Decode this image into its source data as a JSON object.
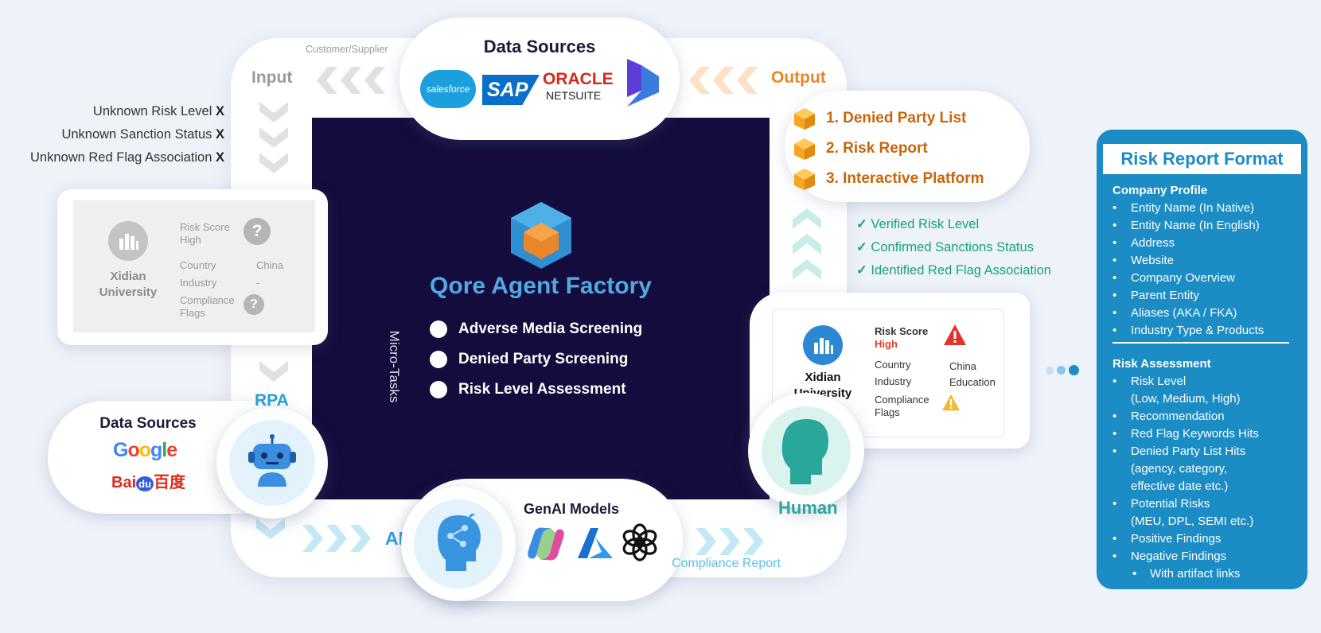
{
  "top": {
    "customer_supplier": "Customer/Supplier",
    "data_sources_title": "Data Sources",
    "logos": [
      "salesforce",
      "SAP",
      "ORACLE",
      "NETSUITE"
    ],
    "input_label": "Input",
    "output_label": "Output"
  },
  "unknowns": [
    {
      "text": "Unknown Risk Level",
      "mark": "X"
    },
    {
      "text": "Unknown Sanction Status",
      "mark": "X"
    },
    {
      "text": "Unknown Red Flag Association",
      "mark": "X"
    }
  ],
  "left_profile": {
    "name_line1": "Xidian",
    "name_line2": "University",
    "risk_score_label": "Risk Score",
    "risk_score_value": "High",
    "country_label": "Country",
    "country_value": "China",
    "industry_label": "Industry",
    "industry_value": "-",
    "compliance_label1": "Compliance",
    "compliance_label2": "Flags",
    "question_mark": "?"
  },
  "rpa": {
    "label": "RPA",
    "data_sources_title": "Data Sources",
    "google": [
      "G",
      "o",
      "o",
      "g",
      "l",
      "e"
    ],
    "baidu": "Bai",
    "baidu_du": "du",
    "baidu_cn": "百度"
  },
  "core": {
    "title": "Qore Agent Factory",
    "micro_tasks": "Micro-Tasks",
    "tasks": [
      "Adverse Media Screening",
      "Denied Party Screening",
      "Risk Level Assessment"
    ]
  },
  "ai": {
    "label": "AI",
    "genai_title": "GenAI Models",
    "compliance_report": "Compliance Report"
  },
  "outputs": [
    "1. Denied Party List",
    "2. Risk Report",
    "3. Interactive Platform"
  ],
  "verified": [
    {
      "mark": "✓",
      "text": "Verified Risk Level"
    },
    {
      "mark": "✓",
      "text": "Confirmed Sanctions Status"
    },
    {
      "mark": "✓",
      "text": "Identified Red Flag Association"
    }
  ],
  "right_profile": {
    "name_line1": "Xidian",
    "name_line2": "University",
    "risk_score_label": "Risk Score",
    "risk_score_value": "High",
    "country_label": "Country",
    "country_value": "China",
    "industry_label": "Industry",
    "industry_value": "Education",
    "compliance_label1": "Compliance",
    "compliance_label2": "Flags"
  },
  "human": {
    "label": "Human"
  },
  "risk_report": {
    "title": "Risk Report Format",
    "company_profile_title": "Company Profile",
    "company_profile": [
      "Entity Name (In Native)",
      "Entity Name (In English)",
      "Address",
      "Website",
      "Company Overview",
      "Parent Entity",
      "Aliases (AKA / FKA)",
      "Industry Type & Products"
    ],
    "risk_assessment_title": "Risk Assessment",
    "risk_level": "Risk Level",
    "risk_level_cont": "(Low, Medium, High)",
    "recommendation": "Recommendation",
    "red_flag_hits": "Red Flag Keywords Hits",
    "dpl_hits": "Denied Party List Hits",
    "dpl_cont1": "(agency, category,",
    "dpl_cont2": "effective date etc.)",
    "potential_risks": "Potential Risks",
    "potential_cont": "(MEU, DPL, SEMI etc.)",
    "positive": "Positive Findings",
    "negative": "Negative Findings",
    "artifact": "With artifact links"
  },
  "colors": {
    "navy": "#130c3c",
    "accent_blue": "#3aa0d8",
    "orange": "#e8862a",
    "teal": "#2aa79b",
    "report_blue": "#1b8cc4"
  }
}
